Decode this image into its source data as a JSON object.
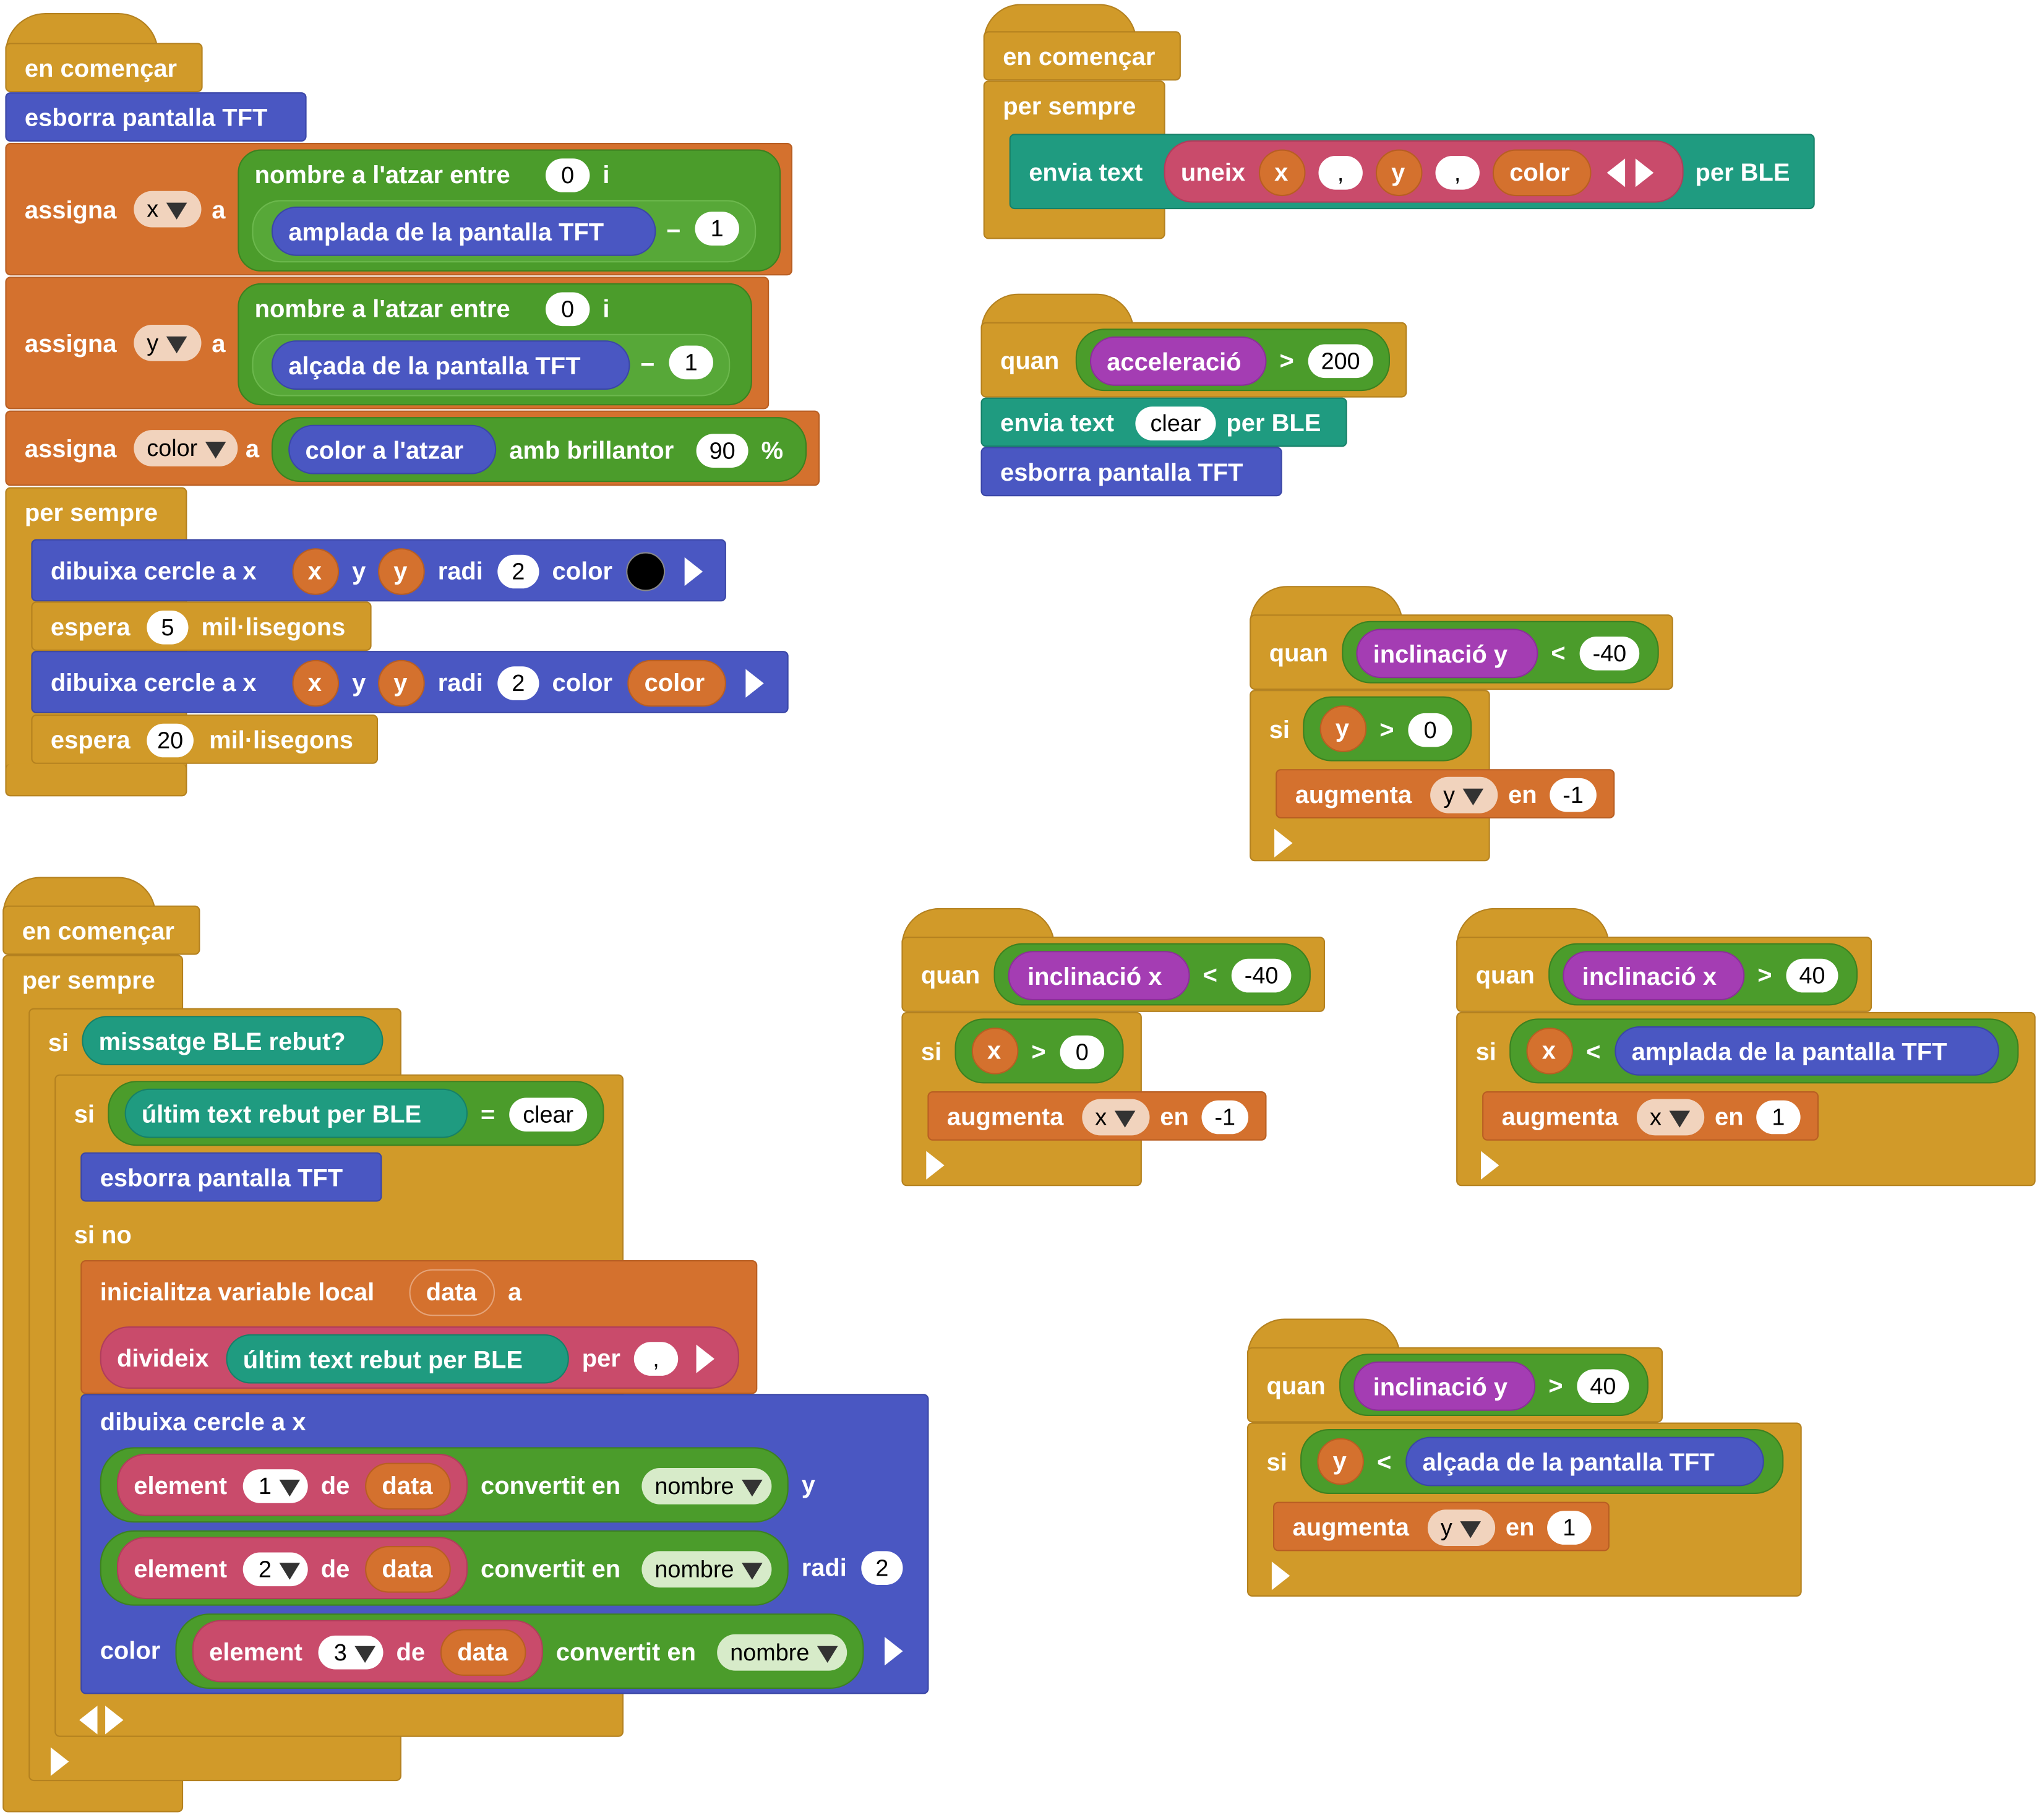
{
  "labels": {
    "en_comencar": "en començar",
    "esborra": "esborra pantalla TFT",
    "assigna": "assigna",
    "a": "a",
    "random_between": "nombre a l'atzar entre",
    "i": "i",
    "amplada": "amplada de la pantalla TFT",
    "alcada": "alçada de la pantalla TFT",
    "minus": "−",
    "color_atzar": "color a l'atzar",
    "amb_brillantor": "amb brillantor",
    "pct": "%",
    "per_sempre": "per sempre",
    "dibuixa_cercle": "dibuixa cercle a x",
    "y": "y",
    "radi": "radi",
    "color": "color",
    "espera": "espera",
    "millisegons": "mil·lisegons",
    "envia_text": "envia text",
    "uneix": "uneix",
    "per_ble": "per BLE",
    "quan": "quan",
    "acceleracio": "acceleració",
    "gt": ">",
    "lt": "<",
    "eq": "=",
    "si": "si",
    "si_no": "si no",
    "augmenta": "augmenta",
    "en": "en",
    "inclinacio_x": "inclinació x",
    "inclinacio_y": "inclinació y",
    "missatge_ble": "missatge BLE rebut?",
    "ultim_text": "últim text rebut per BLE",
    "inicialitza": "inicialitza variable local",
    "divideix": "divideix",
    "per": "per",
    "element": "element",
    "de": "de",
    "convertit_en": "convertit en",
    "nombre": "nombre",
    "clear": "clear",
    "comma": ",",
    "x": "x",
    "data": "data"
  },
  "values": {
    "zero": "0",
    "one": "1",
    "bright": "90",
    "radius": "2",
    "wait1": "5",
    "wait2": "20",
    "acc": "200",
    "neg40": "-40",
    "pos40": "40",
    "neg1": "-1",
    "el1": "1",
    "el2": "2",
    "el3": "3"
  },
  "colors": {
    "events": "#D19A29",
    "variables": "#D4712E",
    "tft": "#4A57C2",
    "logic": "#4B9C2B",
    "ble": "#1F9B80",
    "text": "#C94B6B",
    "sensors": "#A43DB3"
  }
}
